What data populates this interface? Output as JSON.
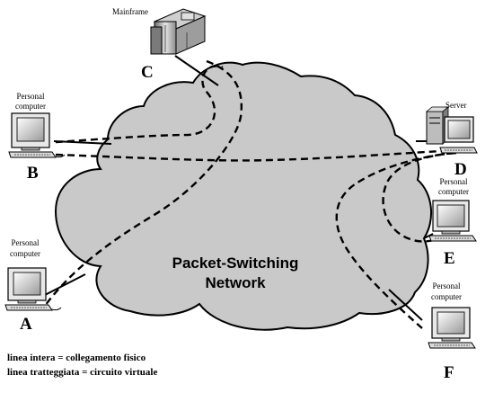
{
  "diagram": {
    "cloud_label_line1": "Packet-Switching",
    "cloud_label_line2": "Network",
    "nodes": {
      "A": {
        "name": "A",
        "type_line1": "Personal",
        "type_line2": "computer",
        "icon": "personal-computer-icon"
      },
      "B": {
        "name": "B",
        "type_line1": "Personal",
        "type_line2": "computer",
        "icon": "personal-computer-icon"
      },
      "C": {
        "name": "C",
        "type_line1": "Mainframe",
        "icon": "mainframe-icon"
      },
      "D": {
        "name": "D",
        "type_line1": "Server",
        "icon": "server-icon"
      },
      "E": {
        "name": "E",
        "type_line1": "Personal",
        "type_line2": "computer",
        "icon": "personal-computer-icon"
      },
      "F": {
        "name": "F",
        "type_line1": "Personal",
        "type_line2": "computer",
        "icon": "personal-computer-icon"
      }
    },
    "legend": {
      "solid": "linea intera = collegamento fisico",
      "dashed": "linea tratteggiata = circuito virtuale"
    },
    "physical_links": [
      "A",
      "B",
      "C",
      "D",
      "E",
      "F"
    ],
    "virtual_circuits": [
      [
        "B",
        "D"
      ],
      [
        "B",
        "C"
      ],
      [
        "C",
        "A"
      ],
      [
        "D",
        "F"
      ],
      [
        "D",
        "E"
      ]
    ]
  }
}
